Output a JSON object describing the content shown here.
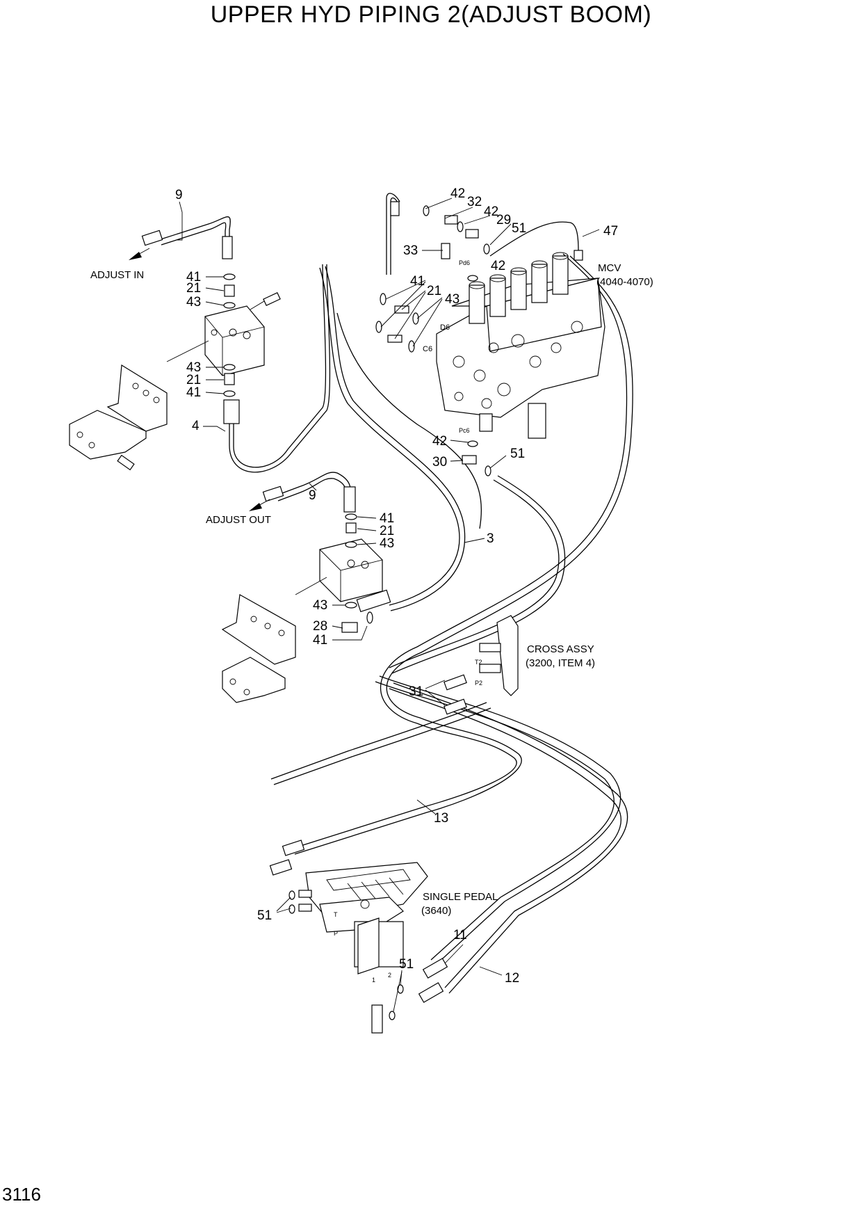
{
  "title": "UPPER HYD PIPING 2(ADJUST BOOM)",
  "page_number": "3116",
  "notes": {
    "adjust_in": "ADJUST IN",
    "adjust_out": "ADJUST OUT",
    "mcv_1": "MCV",
    "mcv_2": "(4040-4070)",
    "cross_1": "CROSS ASSY",
    "cross_2": "(3200, ITEM 4)",
    "pedal_1": "SINGLE PEDAL",
    "pedal_2": "(3640)"
  },
  "port_labels": {
    "pd6_top": "Pd6",
    "pc6": "Pc6",
    "d6": "D6",
    "c6": "C6",
    "t2": "T2",
    "p2": "P2",
    "t": "T",
    "p": "P",
    "one": "1",
    "two": "2"
  },
  "callouts": {
    "c9a": "9",
    "c41a": "41",
    "c21a": "21",
    "c43a": "43",
    "c43b": "43",
    "c21b": "21",
    "c41b": "41",
    "c4": "4",
    "c9b": "9",
    "c41c": "41",
    "c21c": "21",
    "c43c": "43",
    "c43d": "43",
    "c28": "28",
    "c41d": "41",
    "c42a": "42",
    "c32": "32",
    "c42b": "42",
    "c29": "29",
    "c51a": "51",
    "c47": "47",
    "c33": "33",
    "c42c": "42",
    "c41e": "41",
    "c21e": "21",
    "c43e": "43",
    "c42d": "42",
    "c30": "30",
    "c51b": "51",
    "c3": "3",
    "c31": "31",
    "c13": "13",
    "c51c": "51",
    "c11": "11",
    "c12": "12",
    "c51d": "51"
  }
}
